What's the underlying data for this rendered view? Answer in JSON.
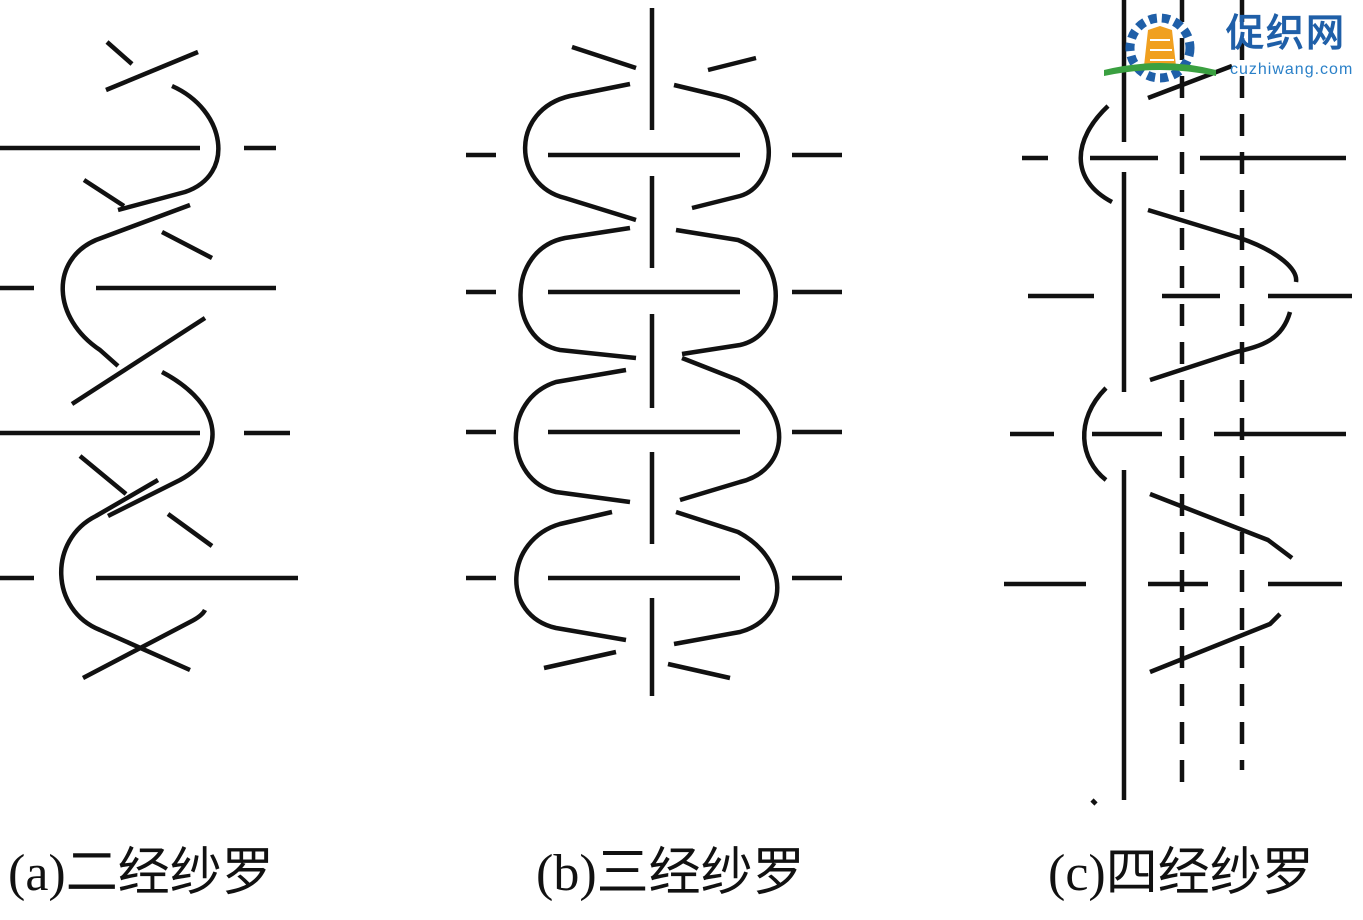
{
  "captions": {
    "a": "(a)二经纱罗",
    "b": "(b)三经纱罗",
    "c": "(c)四经纱罗"
  },
  "logo": {
    "title": "促织网",
    "url": "cuzhiwang.com"
  },
  "colors": {
    "ink": "#111111",
    "logo_blue": "#1f5fa8",
    "logo_orange": "#f0a020",
    "logo_green": "#3aa040"
  }
}
